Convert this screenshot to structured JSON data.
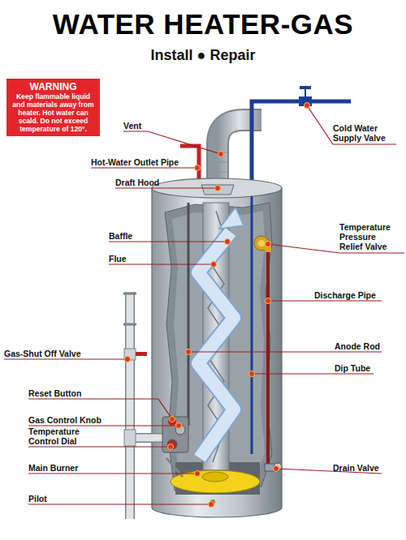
{
  "diagram": {
    "title": "WATER HEATER-GAS",
    "nodes": [
      {
        "text": [
          "WARNING",
          "Keep flammable liquid and materials away from heater. Hot water can scald. Do not exceed temperature of 120°."
        ]
      }
    ],
    "labels": [
      "Install ● Repair",
      "Vent",
      "Hot-Water Outlet Pipe",
      "Draft Hood",
      "Baffle",
      "Flue",
      "Gas-Shut Off Valve",
      "Reset Button",
      "Gas Control Knob",
      "Temperature Control Dial",
      "Main Burner",
      "Pilot",
      "Cold Water Supply Valve",
      "Temperature Pressure Relief Valve",
      "Discharge Pipe",
      "Anode Rod",
      "Dip Tube",
      "Drain Valve"
    ]
  }
}
